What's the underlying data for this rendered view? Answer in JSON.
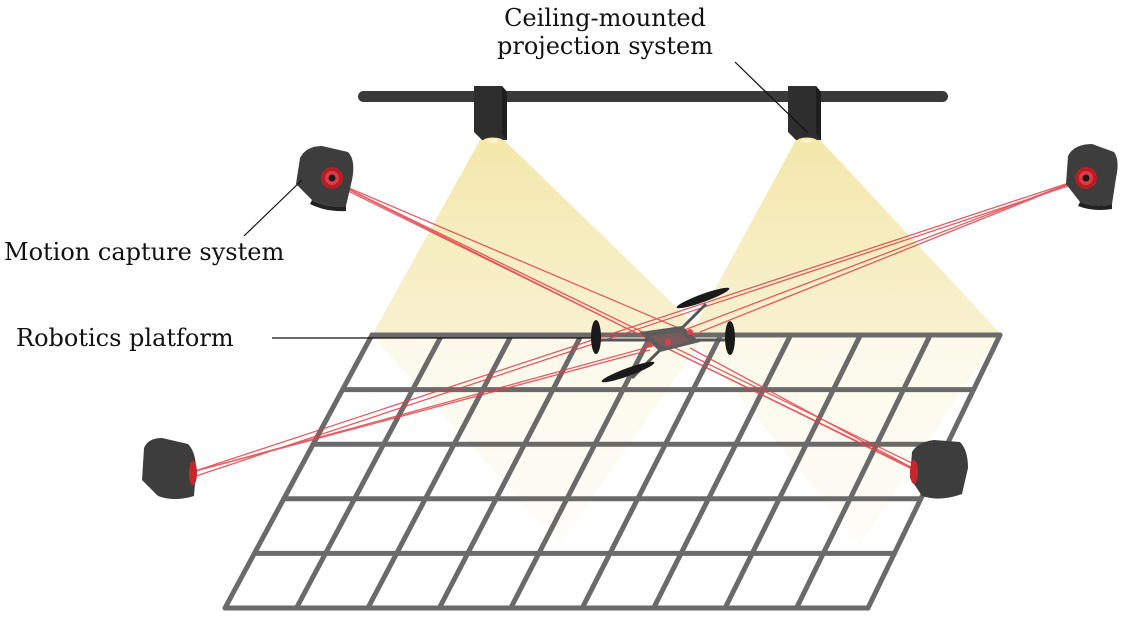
{
  "labels": {
    "ceiling_line1": "Ceiling-mounted",
    "ceiling_line2": "projection system",
    "motion_capture": "Motion capture system",
    "robotics_platform": "Robotics platform"
  },
  "floor_grid": {
    "columns": 9,
    "rows": 5
  },
  "components": {
    "projectors": 2,
    "motion_capture_cameras": 4,
    "robot": "quadrotor"
  },
  "colors": {
    "structure": "#3a3a3a",
    "grid_line": "#6a6a6a",
    "light_cone": "#f5e9b0",
    "tracking_ray": "#e0404a",
    "camera_lens": "#d81f2a"
  }
}
